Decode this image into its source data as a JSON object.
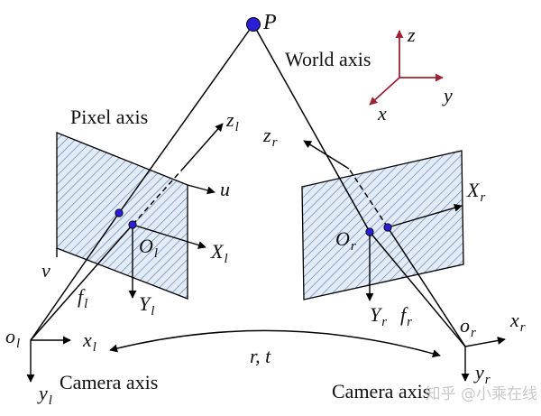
{
  "labels": {
    "P": "P",
    "world_axis": "World axis",
    "world_x": "x",
    "world_y": "y",
    "world_z": "z",
    "pixel_axis": "Pixel axis",
    "z_l_main": "z",
    "z_l_sub": "l",
    "u": "u",
    "v": "v",
    "O_l_main": "O",
    "O_l_sub": "l",
    "X_l_main": "X",
    "X_l_sub": "l",
    "Y_l_main": "Y",
    "Y_l_sub": "l",
    "f_l_main": "f",
    "f_l_sub": "l",
    "o_l_main": "o",
    "o_l_sub": "l",
    "x_l_main": "x",
    "x_l_sub": "l",
    "y_l_main": "y",
    "y_l_sub": "l",
    "camera_axis_left": "Camera axis",
    "camera_axis_right": "Camera axis",
    "r_t": "r, t",
    "z_r_main": "z",
    "z_r_sub": "r",
    "X_r_main": "X",
    "X_r_sub": "r",
    "O_r_main": "O",
    "O_r_sub": "r",
    "Y_r_main": "Y",
    "Y_r_sub": "r",
    "f_r_main": "f",
    "f_r_sub": "r",
    "o_r_main": "o",
    "o_r_sub": "r",
    "x_r_main": "x",
    "x_r_sub": "r",
    "y_r_main": "y",
    "y_r_sub": "r",
    "watermark": "知乎 @小乘在线"
  },
  "colors": {
    "line": "#000000",
    "plane_fill": "#e3ecf6",
    "hatch": "#5a7fb5",
    "point": "#2a1fd6",
    "world_axes": "#9b2335",
    "watermark": "#c8c8c8"
  }
}
